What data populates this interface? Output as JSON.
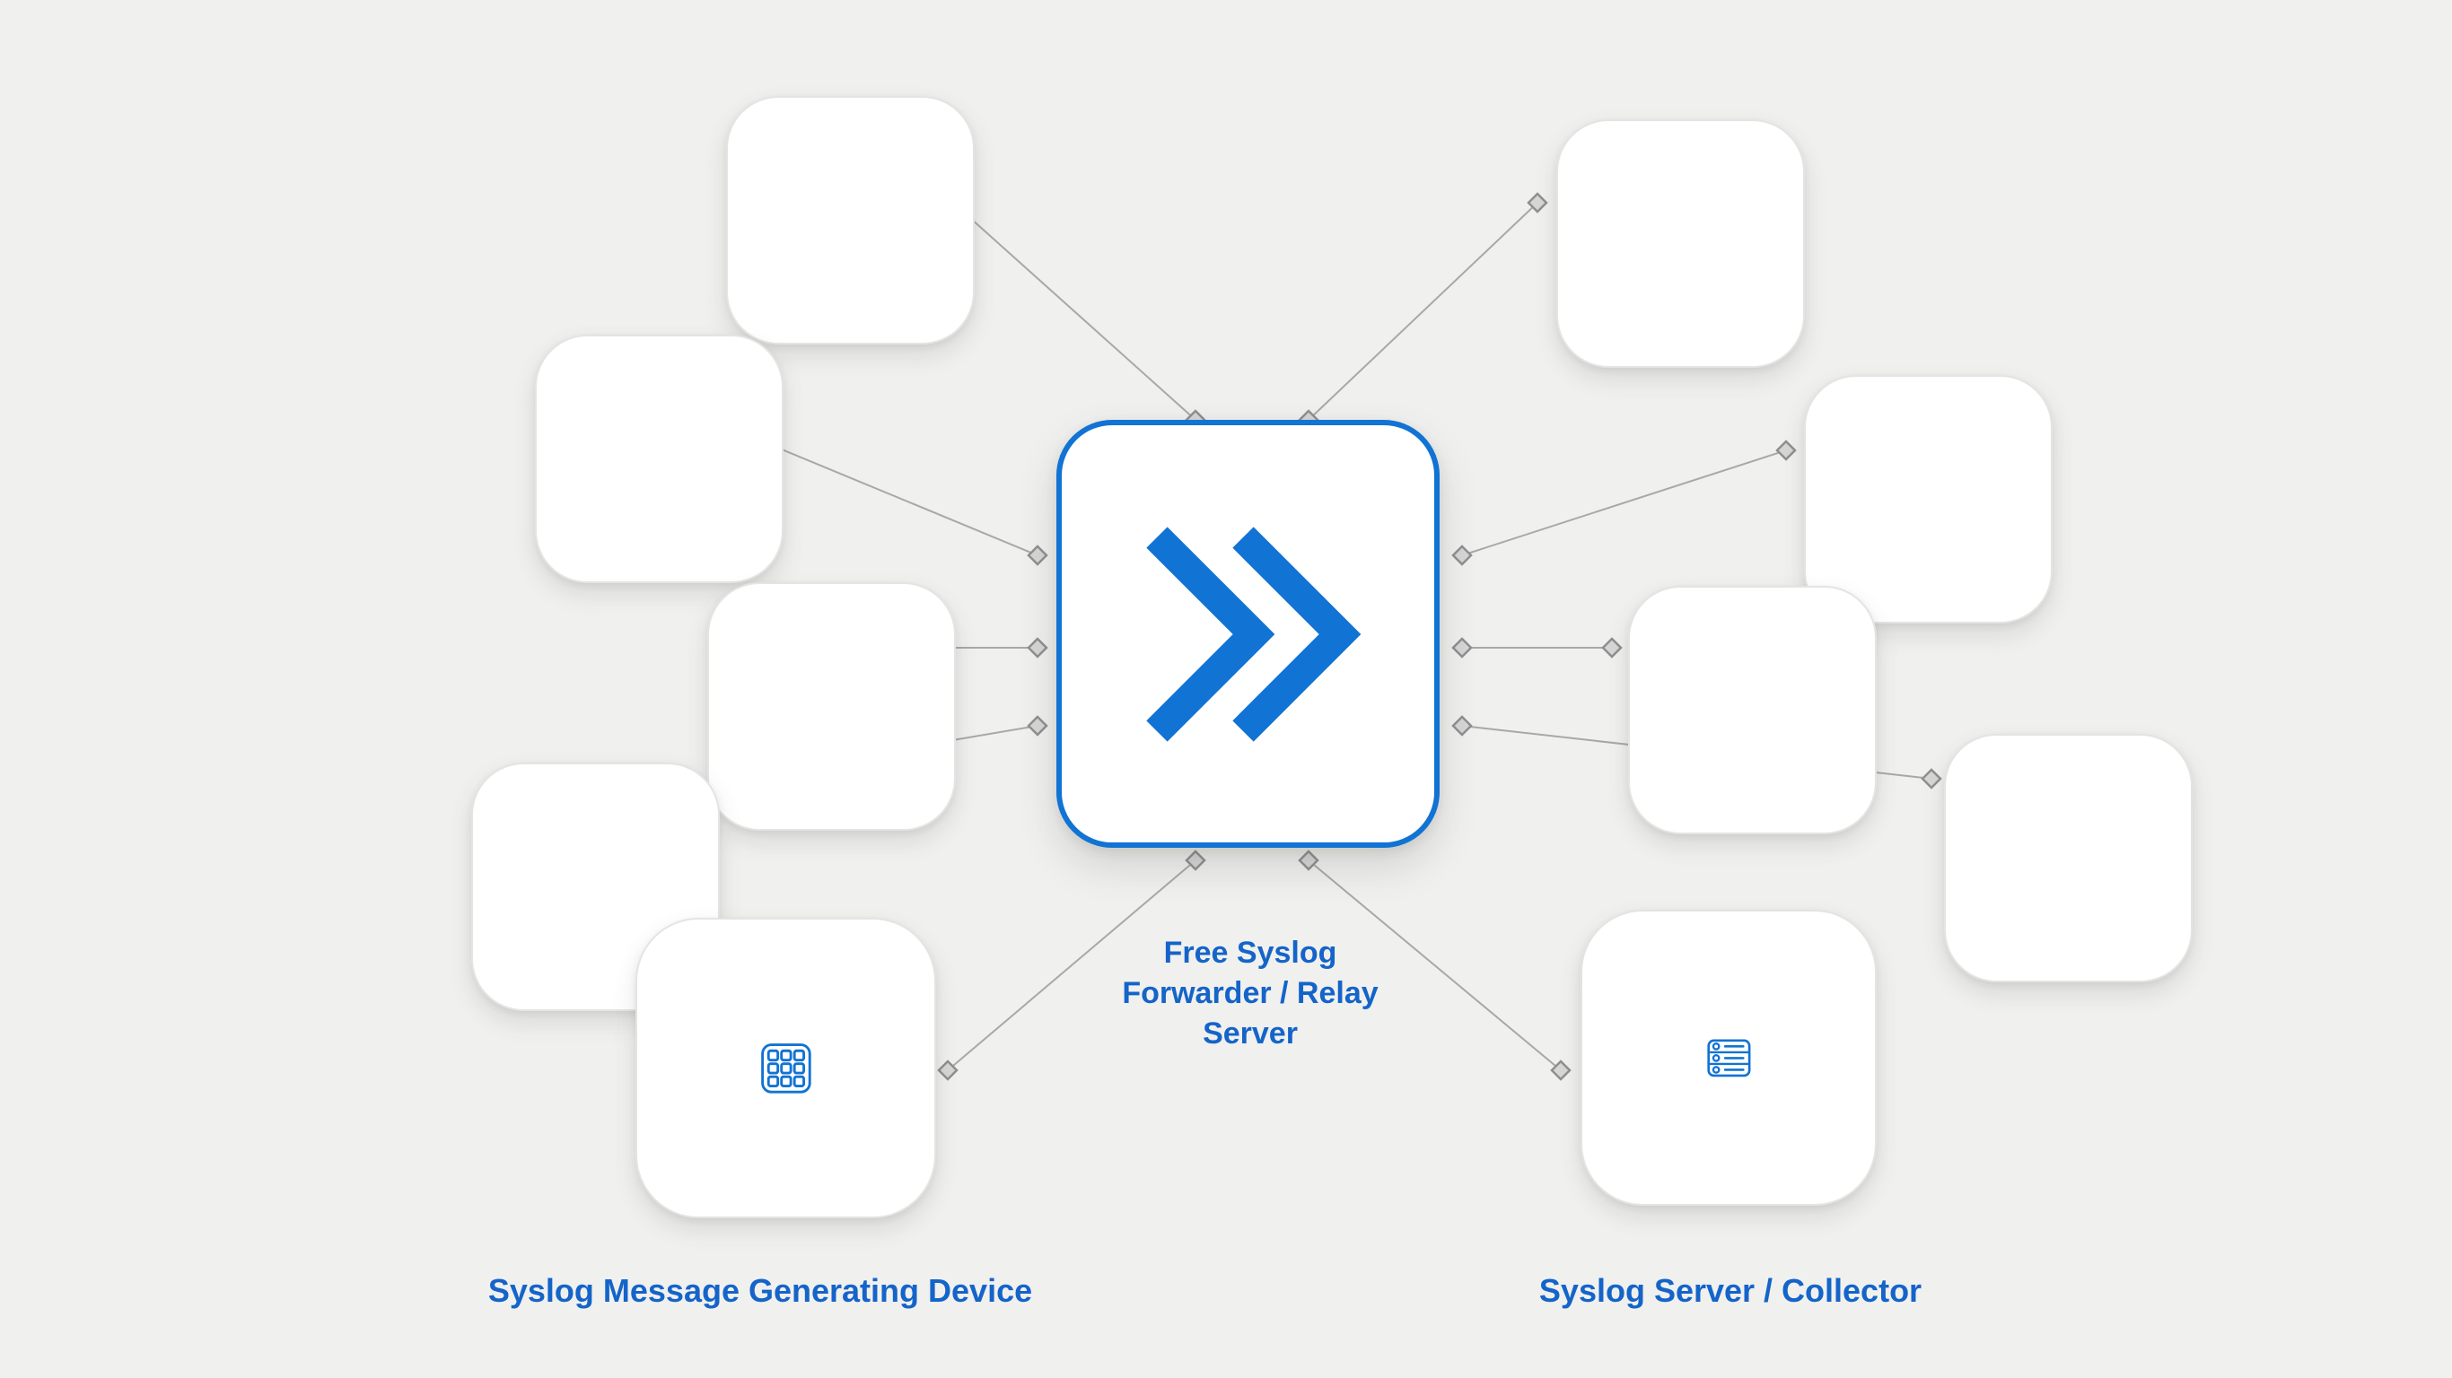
{
  "colors": {
    "background": "#f0f0ee",
    "accent_blue": "#1173d3",
    "label_blue": "#1464c9",
    "connector_line": "#a8a8a8",
    "diamond_fill": "#d6d6d6",
    "diamond_border": "#8f8f8f",
    "card_white": "#ffffff"
  },
  "labels": {
    "center": {
      "line1": "Free Syslog",
      "line2": "Forwarder / Relay",
      "line3": "Server"
    },
    "left_group": "Syslog Message Generating Device",
    "right_group": "Syslog Server / Collector"
  },
  "diagram": {
    "center_node": {
      "id": "relay-server",
      "icon": "double-chevron-icon"
    },
    "left_group": {
      "icon": "keypad-grid-icon",
      "node_count": 5,
      "node_ids": [
        "device-1",
        "device-2",
        "device-3",
        "device-4",
        "device-5"
      ]
    },
    "right_group": {
      "icon": "server-rack-icon",
      "node_count": 5,
      "node_ids": [
        "server-1",
        "server-2",
        "server-3",
        "server-4",
        "server-5"
      ]
    },
    "connections": [
      {
        "from": "device-1",
        "to": "relay-server"
      },
      {
        "from": "device-2",
        "to": "relay-server"
      },
      {
        "from": "device-3",
        "to": "relay-server"
      },
      {
        "from": "device-4",
        "to": "relay-server"
      },
      {
        "from": "device-5",
        "to": "relay-server"
      },
      {
        "from": "relay-server",
        "to": "server-1"
      },
      {
        "from": "relay-server",
        "to": "server-2"
      },
      {
        "from": "relay-server",
        "to": "server-3"
      },
      {
        "from": "relay-server",
        "to": "server-4"
      },
      {
        "from": "relay-server",
        "to": "server-5"
      }
    ]
  }
}
